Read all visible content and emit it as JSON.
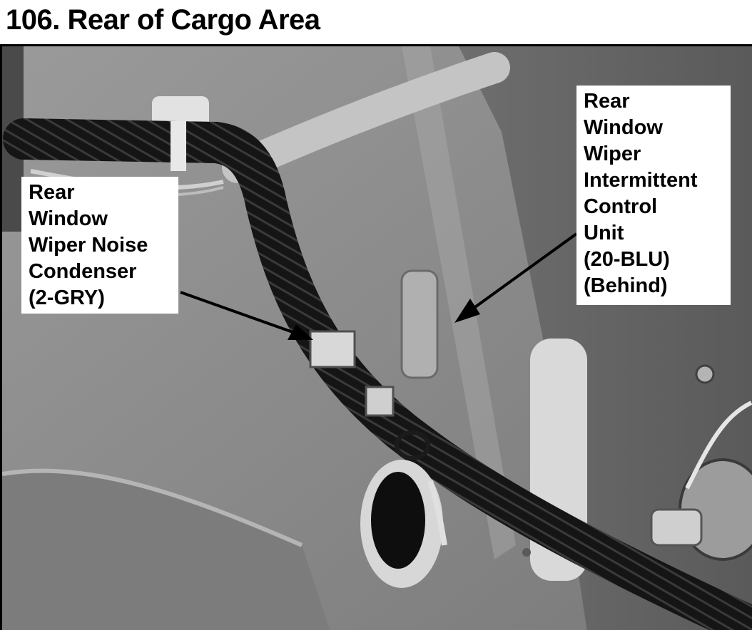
{
  "page": {
    "title": "106. Rear of Cargo Area"
  },
  "callouts": {
    "noise_condenser": {
      "lines": [
        "Rear",
        "Window",
        "Wiper Noise",
        "Condenser",
        "(2-GRY)"
      ]
    },
    "intermittent_unit": {
      "lines": [
        "Rear",
        "Window",
        "Wiper",
        "Intermittent",
        "Control",
        "Unit",
        "(20-BLU)",
        "(Behind)"
      ]
    }
  },
  "colors": {
    "panel": "#8f8f8f",
    "harness": "#151515",
    "tape": "#c4c4c4",
    "label_bg": "#ffffff",
    "text": "#000000"
  }
}
